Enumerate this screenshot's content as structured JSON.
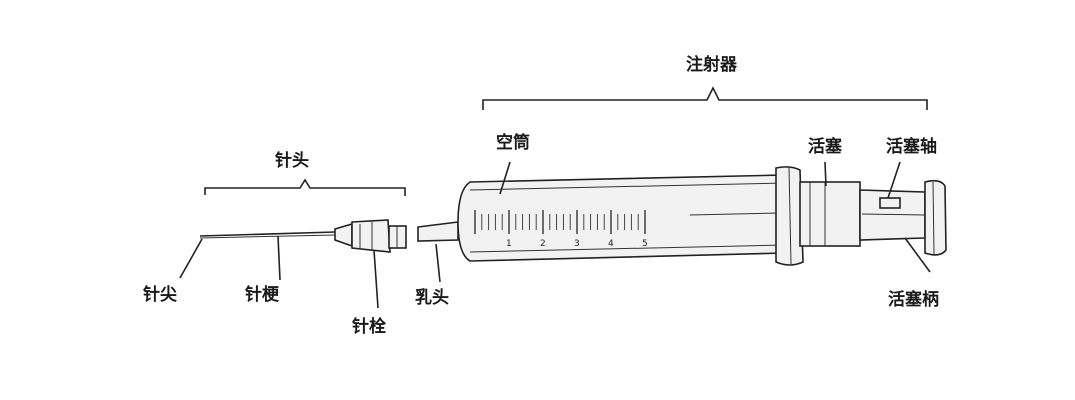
{
  "labels": {
    "syringe": "注射器",
    "barrel": "空筒",
    "plunger": "活塞",
    "plunger_shaft": "活塞轴",
    "plunger_handle": "活塞柄",
    "tip": "乳头",
    "needle": "针头",
    "needle_point": "针尖",
    "needle_shaft": "针梗",
    "needle_hub": "针栓"
  },
  "scale_numbers": [
    "1",
    "2",
    "3",
    "4",
    "5"
  ]
}
